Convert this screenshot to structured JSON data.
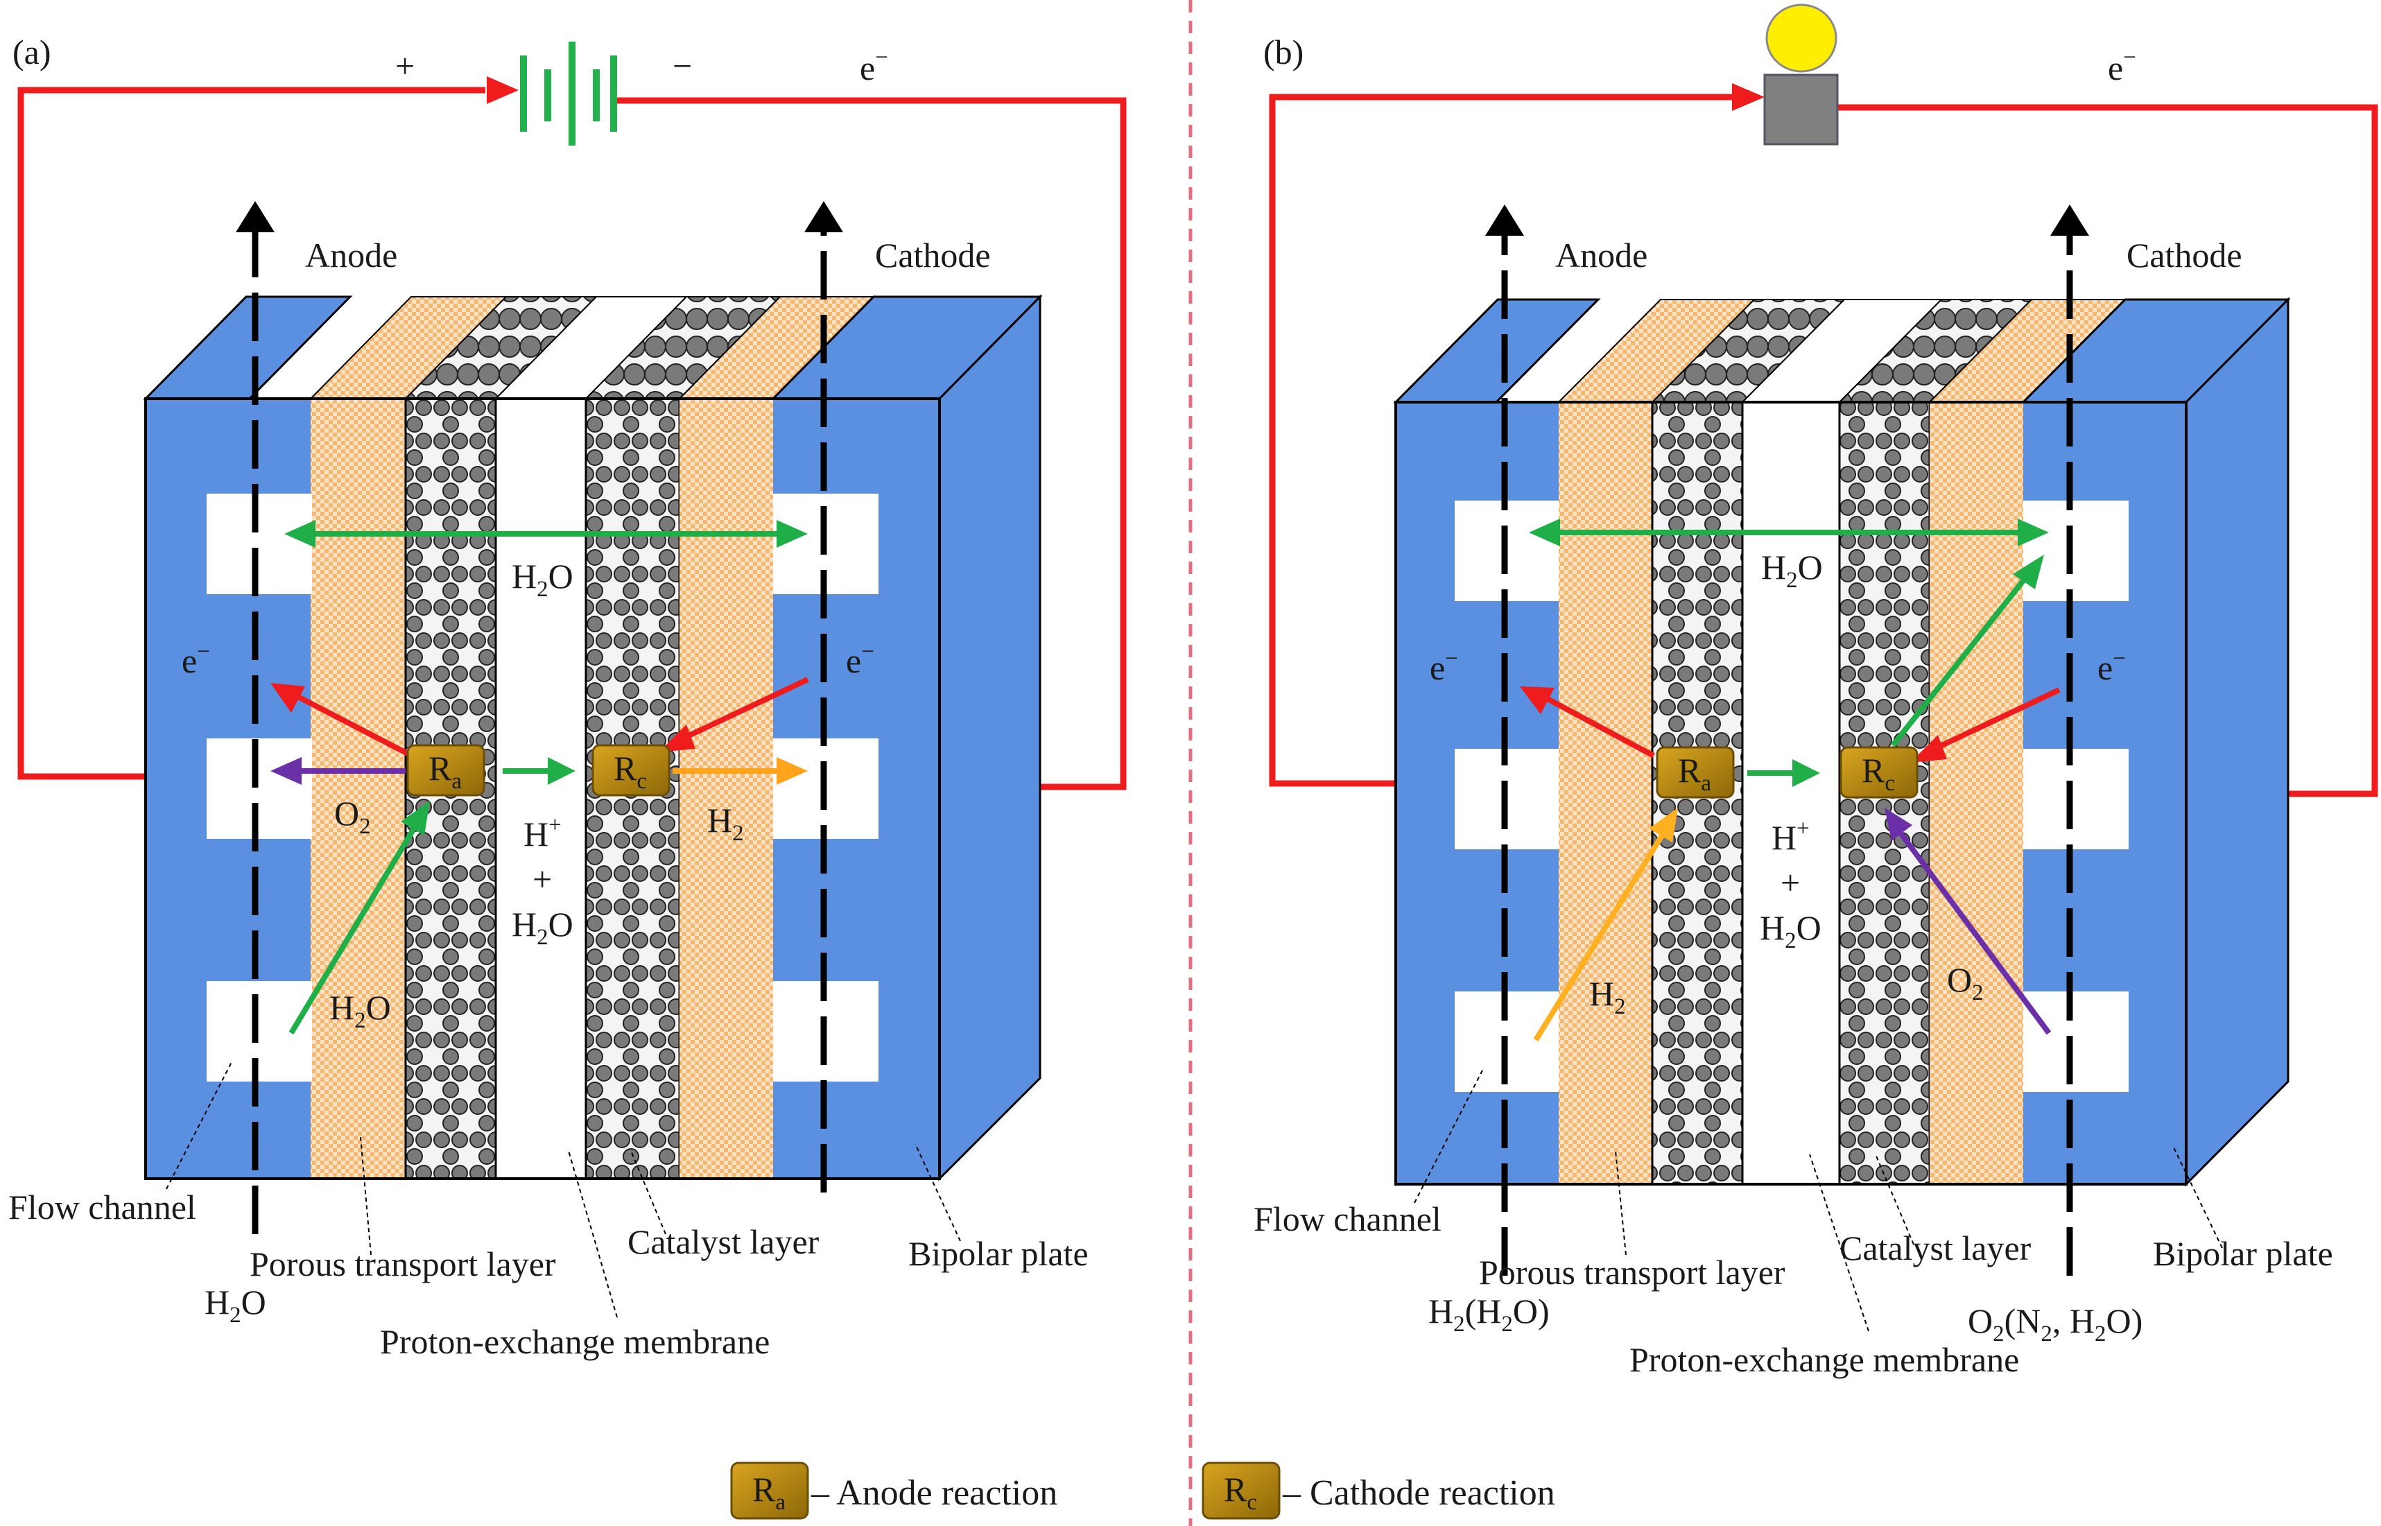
{
  "panels": {
    "a": {
      "tag": "(a)",
      "anode": "Anode",
      "cathode": "Cathode",
      "plus": "+",
      "minus": "−",
      "electron": "e",
      "electron_sup": "−",
      "h2o_top": "O",
      "h_sub": "2",
      "hplus": "H",
      "hplus_sup": "+",
      "plus_sign": "+",
      "o2": "O",
      "o_sub": "2",
      "h2": "H",
      "ra": "R",
      "ra_sub": "a",
      "rc": "R",
      "rc_sub": "c",
      "flow_channel": "Flow channel",
      "ptl": "Porous transport layer",
      "catalyst": "Catalyst layer",
      "bipolar": "Bipolar plate",
      "pem": "Proton-exchange membrane",
      "inlet_h": "H",
      "inlet_o": "O"
    },
    "b": {
      "tag": "(b)",
      "anode": "Anode",
      "cathode": "Cathode",
      "electron": "e",
      "electron_sup": "−",
      "h_sub": "2",
      "hplus_sup": "+",
      "plus_sign": "+",
      "ra": "R",
      "ra_sub": "a",
      "rc": "R",
      "rc_sub": "c",
      "flow_channel": "Flow channel",
      "ptl": "Porous transport layer",
      "catalyst": "Catalyst layer",
      "bipolar": "Bipolar plate",
      "pem": "Proton-exchange membrane",
      "anode_inlet_pre": "H",
      "anode_inlet_post": "(H",
      "anode_inlet_end": "O)",
      "cathode_inlet_pre": "O",
      "cathode_inlet_mid": "(N",
      "cathode_inlet_mid2": ", H",
      "cathode_inlet_end": "O)"
    }
  },
  "legend": {
    "ra_symbol": "R",
    "ra_sub": "a",
    "ra_label": "– Anode reaction",
    "rc_symbol": "R",
    "rc_sub": "c",
    "rc_label": "– Cathode reaction"
  },
  "colors": {
    "bipolar_plate": "#5b8fe0",
    "ptl": "#f6c896",
    "catalyst_bg": "#f4f4f4",
    "particle": "#777777",
    "reaction_box": "#b88a10",
    "wire": "#ee1c1c",
    "battery": "#22b14c",
    "water_arrow": "#1fae48",
    "oxygen_arrow": "#6b2fa8",
    "hydrogen_arrow": "#ffb020",
    "divider": "#e07080",
    "bulb": "#ffee00",
    "load": "#808080"
  },
  "icons": {
    "battery": "battery-icon",
    "light_bulb": "light-bulb-icon",
    "reaction_anode": "anode-reaction-box",
    "reaction_cathode": "cathode-reaction-box"
  }
}
